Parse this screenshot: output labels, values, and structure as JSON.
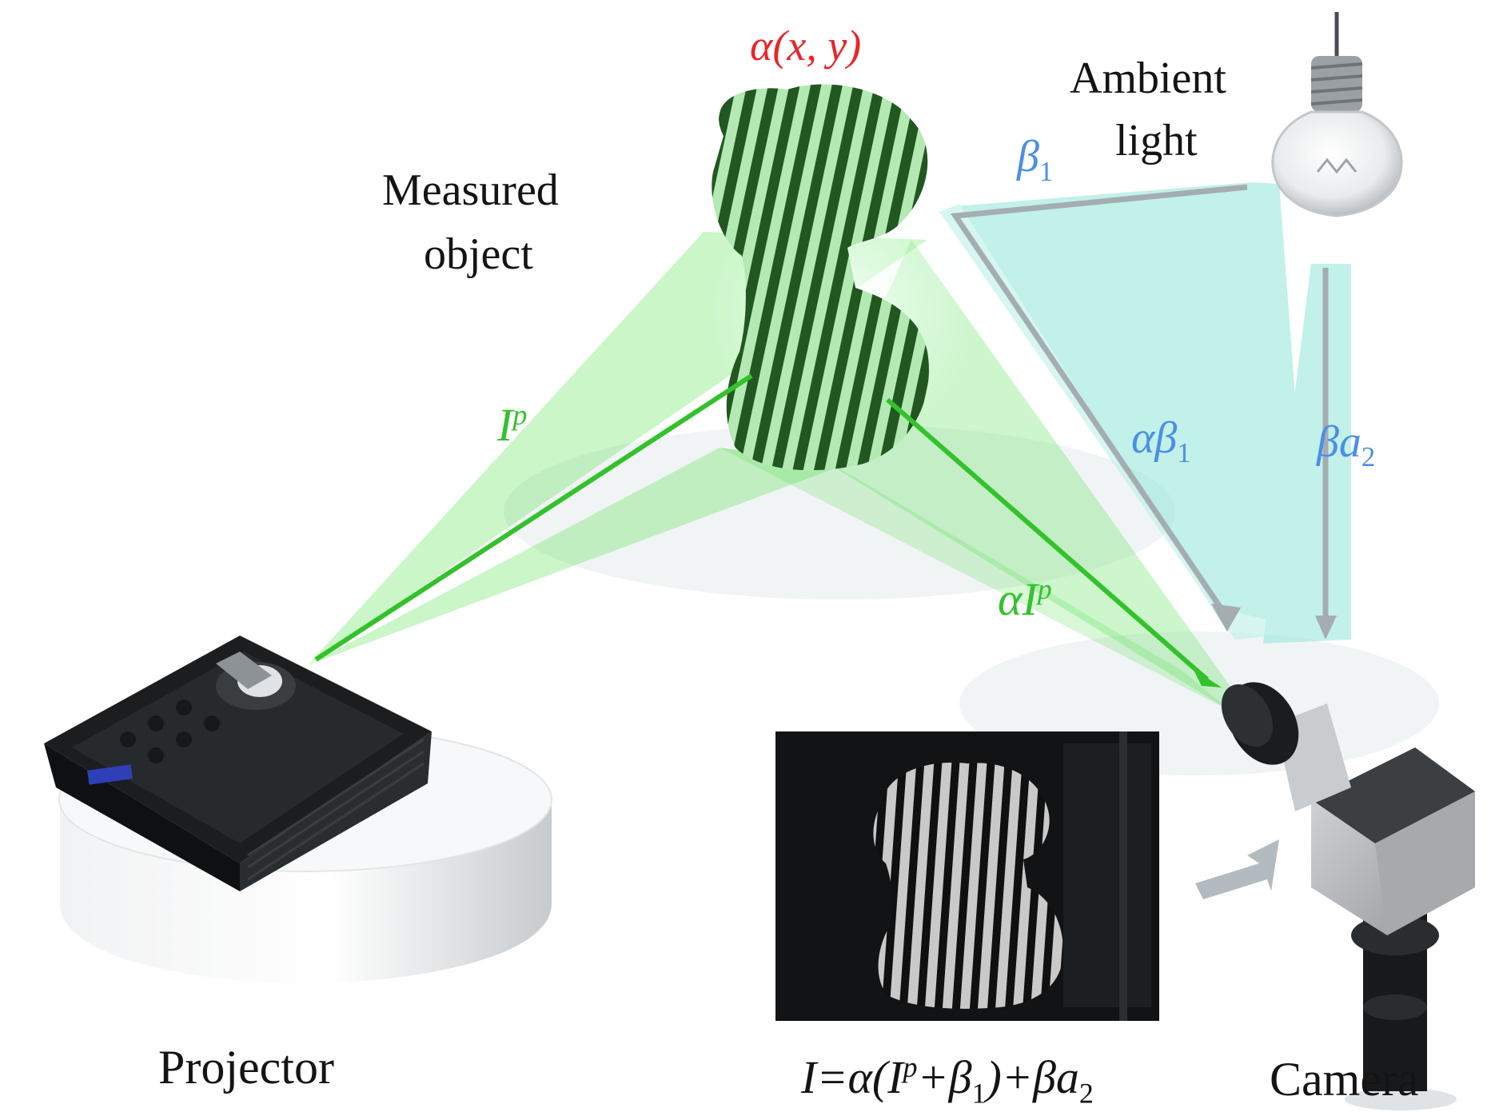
{
  "labels": {
    "object_coefficient": "α(x, y)",
    "measured_object_line1": "Measured",
    "measured_object_line2": "object",
    "ambient_line1": "Ambient",
    "ambient_line2": "light",
    "projected_intensity": {
      "base": "I",
      "sup": "p"
    },
    "reflected_intensity": {
      "base": "αI",
      "sup": "p"
    },
    "ambient_to_object": {
      "base": "β",
      "sub": "1"
    },
    "ambient_reflected": {
      "base": "αβ",
      "sub": "1"
    },
    "ambient_to_camera": {
      "base": "βa",
      "sub": "2"
    },
    "projector": "Projector",
    "camera": "Camera",
    "equation": {
      "p1": "I=α(I",
      "sup": "p",
      "p2": "+β",
      "sub1": "1",
      "p3": ")+βa",
      "sub2": "2"
    }
  },
  "colors": {
    "red_label": "#e8262b",
    "green_light": "#35c12e",
    "blue_light": "#4d8ee6",
    "text": "#141414",
    "ambient_beam": "#8fe6d8",
    "projector_beam": "#4fe04a"
  },
  "icons": [
    "projector-icon",
    "camera-icon",
    "light-bulb-icon",
    "striped-bust-icon",
    "arrow-icon"
  ]
}
